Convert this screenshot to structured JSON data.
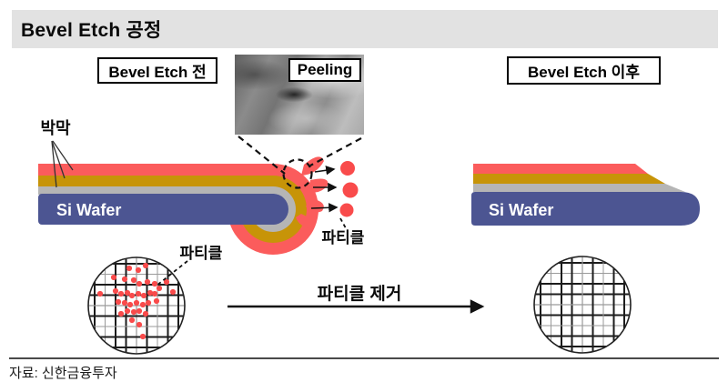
{
  "header": {
    "title": "Bevel Etch 공정"
  },
  "labels": {
    "before": "Bevel Etch 전",
    "peeling": "Peeling",
    "after": "Bevel Etch 이후",
    "thin_film": "박막",
    "si_wafer_left": "Si Wafer",
    "si_wafer_right": "Si Wafer",
    "particle_edge": "파티클",
    "particle_map": "파티클",
    "particle_removal": "파티클 제거"
  },
  "footer": {
    "source": "자료: 신한금융투자"
  },
  "colors": {
    "film_red": "#fb5c5c",
    "film_gold": "#c79408",
    "film_gray": "#b5b5b5",
    "wafer_blue": "#4c5592",
    "particle_red": "#f94b4b",
    "title_bar_bg": "#e2e2e2"
  }
}
